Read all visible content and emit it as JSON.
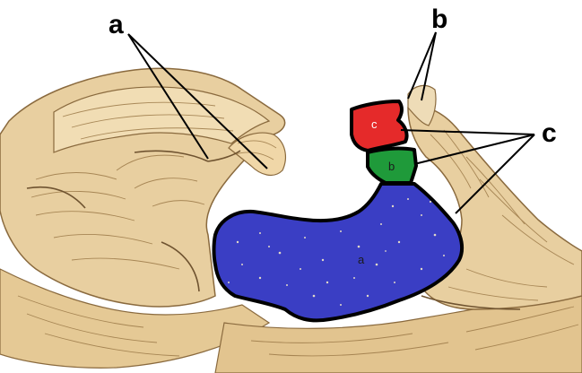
{
  "labels": {
    "a": "a",
    "b": "b",
    "c": "c"
  },
  "regions": {
    "a": "a",
    "b": "b",
    "c": "c"
  },
  "colors": {
    "background": "#ffffff",
    "bone": "#e8cfa0",
    "bone_shadow": "#c9a46a",
    "bone_line": "#8a6a3e",
    "region_a": "#3a3ec4",
    "region_b": "#1f9a3a",
    "region_c": "#e52a2a",
    "outline": "#000000"
  }
}
